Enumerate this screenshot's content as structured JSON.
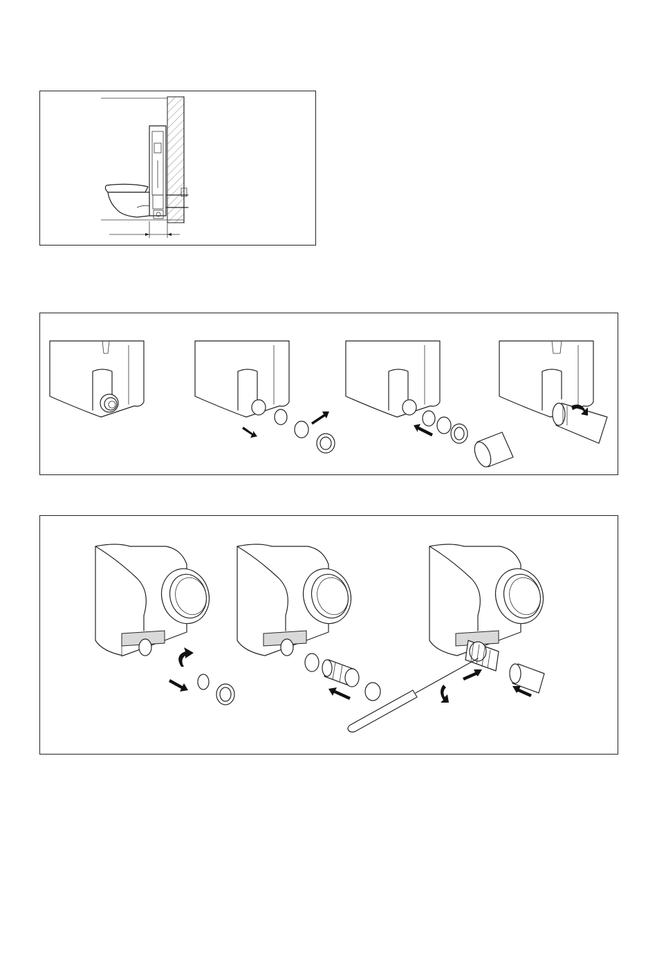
{
  "figures": [
    {
      "id": "installation-side-view",
      "icons": [
        "wall-hatch-icon",
        "cistern-frame-icon",
        "toilet-bowl-icon",
        "dimension-line-icon"
      ]
    },
    {
      "id": "cistern-outlet-connection-steps",
      "steps": 4,
      "icons": [
        "cistern-body-icon",
        "outlet-spigot-icon",
        "seal-ring-icon",
        "nut-icon",
        "pipe-icon",
        "arrow-icon",
        "rotate-arrow-icon"
      ]
    },
    {
      "id": "bowl-outlet-connection-steps",
      "steps": 3,
      "icons": [
        "cistern-body-icon",
        "outlet-ring-icon",
        "bellows-connector-icon",
        "hose-clamp-icon",
        "screwdriver-icon",
        "pipe-icon",
        "arrow-icon",
        "rotate-arrow-icon"
      ]
    }
  ]
}
